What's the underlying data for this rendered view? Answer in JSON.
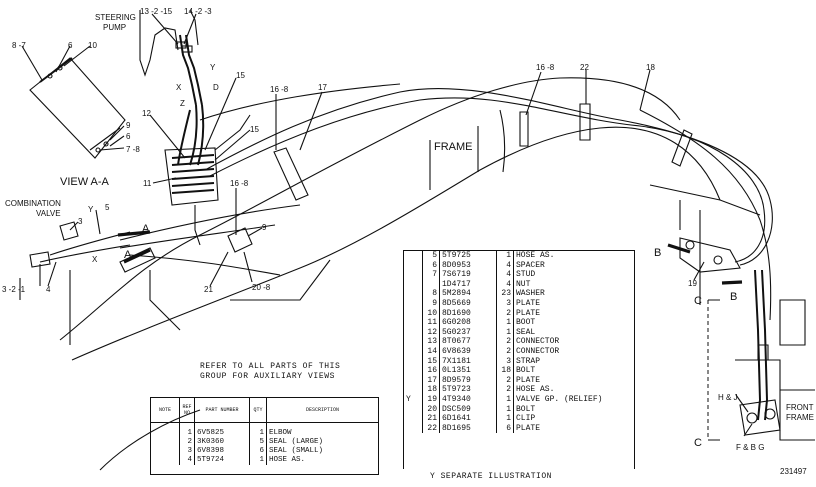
{
  "labels": {
    "steering_pump": [
      "STEERING",
      "PUMP"
    ],
    "view_aa": "VIEW A-A",
    "combination_valve": [
      "COMBINATION",
      "VALVE"
    ],
    "frame": "FRAME",
    "front_frame": [
      "FRONT",
      "FRAME"
    ],
    "illustration_number": "231497",
    "hj": "H & J",
    "fbg": "F & B  G"
  },
  "callouts": {
    "c13_2_15": "13 -2 -15",
    "c14_2_3": "14 -2 -3",
    "c8_7": "8 -7",
    "c6": "6",
    "c10": "10",
    "c9": "9",
    "c6b": "6",
    "c7_8": "7 -8",
    "c15a": "15",
    "c15b": "15",
    "c12": "12",
    "c11": "11",
    "c16_8a": "16 -8",
    "c16_8b": "16 -8",
    "c16_8c": "16 -8",
    "c17": "17",
    "c22": "22",
    "c18": "18",
    "c19": "19",
    "c3": "3",
    "c5": "5",
    "c3_2_1": "3 -2 -1",
    "c4": "4",
    "c21": "21",
    "c20_8": "20 -8",
    "c9b": "9",
    "x1": "X",
    "y1": "Y",
    "d1": "D",
    "z1": "Z",
    "y2": "Y",
    "x2": "X",
    "a1": "A",
    "a2": "A",
    "b1": "B",
    "b2": "B",
    "c_top": "C",
    "c_bot": "C"
  },
  "refer_note": [
    "REFER TO ALL PARTS OF THIS",
    "GROUP FOR AUXILIARY VIEWS"
  ],
  "parts_left": {
    "headers": [
      "NOTE",
      "REF NO",
      "PART NUMBER",
      "QTY",
      "DESCRIPTION"
    ],
    "rows": [
      {
        "note": "",
        "ref": "1",
        "pn": "6V5825",
        "qty": "1",
        "desc": "ELBOW"
      },
      {
        "note": "",
        "ref": "2",
        "pn": "3K0360",
        "qty": "5",
        "desc": "SEAL (LARGE)"
      },
      {
        "note": "",
        "ref": "3",
        "pn": "6V8398",
        "qty": "6",
        "desc": "SEAL (SMALL)"
      },
      {
        "note": "",
        "ref": "4",
        "pn": "5T9724",
        "qty": "1",
        "desc": "HOSE AS."
      }
    ]
  },
  "parts_right": {
    "rows": [
      {
        "note": "",
        "ref": "5",
        "pn": "5T9725",
        "qty": "1",
        "desc": "HOSE AS."
      },
      {
        "note": "",
        "ref": "6",
        "pn": "8D0953",
        "qty": "4",
        "desc": "SPACER"
      },
      {
        "note": "",
        "ref": "7",
        "pn": "7S6719",
        "qty": "4",
        "desc": "STUD"
      },
      {
        "note": "",
        "ref": "",
        "pn": "1D4717",
        "qty": "4",
        "desc": "NUT"
      },
      {
        "note": "",
        "ref": "8",
        "pn": "5M2894",
        "qty": "23",
        "desc": "WASHER"
      },
      {
        "note": "",
        "ref": "9",
        "pn": "8D5669",
        "qty": "3",
        "desc": "PLATE"
      },
      {
        "note": "",
        "ref": "10",
        "pn": "8D1690",
        "qty": "2",
        "desc": "PLATE"
      },
      {
        "note": "",
        "ref": "11",
        "pn": "6G0208",
        "qty": "1",
        "desc": "BOOT"
      },
      {
        "note": "",
        "ref": "12",
        "pn": "5G0237",
        "qty": "1",
        "desc": "SEAL"
      },
      {
        "note": "",
        "ref": "13",
        "pn": "8T0677",
        "qty": "2",
        "desc": "CONNECTOR"
      },
      {
        "note": "",
        "ref": "14",
        "pn": "6V8639",
        "qty": "2",
        "desc": "CONNECTOR"
      },
      {
        "note": "",
        "ref": "15",
        "pn": "7X1181",
        "qty": "3",
        "desc": "STRAP"
      },
      {
        "note": "",
        "ref": "16",
        "pn": "0L1351",
        "qty": "18",
        "desc": "BOLT"
      },
      {
        "note": "",
        "ref": "17",
        "pn": "8D9579",
        "qty": "2",
        "desc": "PLATE"
      },
      {
        "note": "",
        "ref": "18",
        "pn": "5T9723",
        "qty": "2",
        "desc": "HOSE AS."
      },
      {
        "note": "Y",
        "ref": "19",
        "pn": "4T9340",
        "qty": "1",
        "desc": "VALVE GP. (RELIEF)"
      },
      {
        "note": "",
        "ref": "20",
        "pn": "DSC509",
        "qty": "1",
        "desc": "BOLT"
      },
      {
        "note": "",
        "ref": "21",
        "pn": "6D1641",
        "qty": "1",
        "desc": "CLIP"
      },
      {
        "note": "",
        "ref": "22",
        "pn": "8D1695",
        "qty": "6",
        "desc": "PLATE"
      }
    ],
    "footnote": "Y  SEPARATE ILLUSTRATION"
  }
}
